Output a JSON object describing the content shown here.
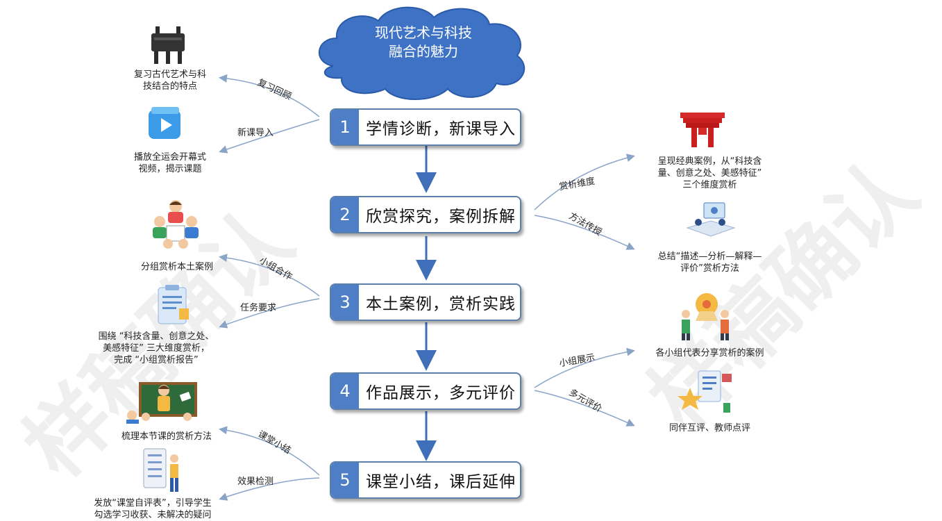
{
  "title": {
    "line1": "现代艺术与科技",
    "line2": "融合的魅力"
  },
  "steps": [
    {
      "num": "1",
      "label": "学情诊断，新课导入"
    },
    {
      "num": "2",
      "label": "欣赏探究，案例拆解"
    },
    {
      "num": "3",
      "label": "本土案例，赏析实践"
    },
    {
      "num": "4",
      "label": "作品展示，多元评价"
    },
    {
      "num": "5",
      "label": "课堂小结，课后延伸"
    }
  ],
  "branches": {
    "review": {
      "label": "复习回顾",
      "caption": [
        "复习古代艺术与科",
        "技结合的特点"
      ]
    },
    "intro": {
      "label": "新课导入",
      "caption": [
        "播放全运会开幕式",
        "视频，揭示课题"
      ]
    },
    "dimension": {
      "label": "赏析维度",
      "caption": [
        "呈现经典案例，从“科技含",
        "量、创意之处、美感特征”",
        "三个维度赏析"
      ]
    },
    "method": {
      "label": "方法传授",
      "caption": [
        "总结“描述—分析—解释—",
        "评价”赏析方法"
      ]
    },
    "group": {
      "label": "小组合作",
      "caption": [
        "分组赏析本土案例"
      ]
    },
    "task": {
      "label": "任务要求",
      "caption": [
        "围绕 “科技含量、创意之处、",
        "美感特征” 三大维度赏析，",
        "完成 “小组赏析报告”"
      ]
    },
    "show": {
      "label": "小组展示",
      "caption": [
        "各小组代表分享赏析的案例"
      ]
    },
    "evaluate": {
      "label": "多元评价",
      "caption": [
        "同伴互评、教师点评"
      ]
    },
    "summary": {
      "label": "课堂小结",
      "caption": [
        "梳理本节课的赏析方法"
      ]
    },
    "check": {
      "label": "效果检测",
      "caption": [
        "发放“课堂自评表”，引导学生",
        "勾选学习收获、未解决的疑问"
      ]
    }
  },
  "watermark": "样稿确认",
  "colors": {
    "accent": "#4e7ec6",
    "cloud": "#3d72c4",
    "arrow": "#8aa4c8"
  }
}
